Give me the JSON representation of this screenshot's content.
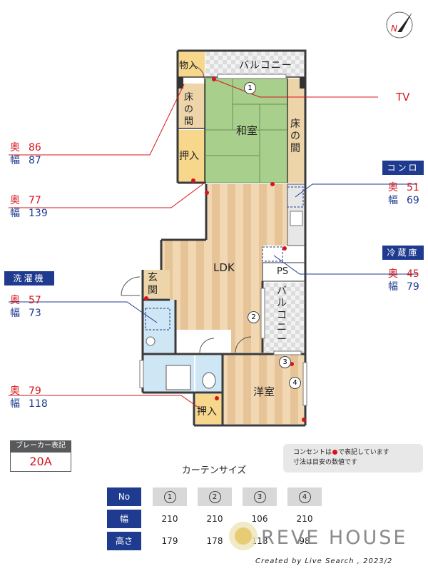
{
  "compass": {
    "letter": "N"
  },
  "rooms": {
    "storage": "物入",
    "balcony_top": "バルコニー",
    "tokonoma_left": "床の間",
    "closet_left": "押入",
    "washitsu": "和室",
    "tokonoma_right": "床の間",
    "ldk": "LDK",
    "entrance": "玄関",
    "ps": "PS",
    "balcony_right": "バルコニー",
    "youshitsu": "洋室",
    "closet_bottom": "押入"
  },
  "window_markers": [
    "1",
    "2",
    "3",
    "4"
  ],
  "annotations": {
    "tv": "TV",
    "depth_label": "奥",
    "width_label": "幅",
    "left_a": {
      "depth": "86",
      "width": "87"
    },
    "left_b": {
      "depth": "77",
      "width": "139"
    },
    "washer": {
      "title": "洗濯機",
      "depth": "57",
      "width": "73"
    },
    "left_c": {
      "depth": "79",
      "width": "118"
    },
    "stove": {
      "title": "コンロ",
      "depth": "51",
      "width": "69"
    },
    "fridge": {
      "title": "冷蔵庫",
      "depth": "45",
      "width": "79"
    }
  },
  "breaker": {
    "label": "ブレーカー表記",
    "value": "20A"
  },
  "note": {
    "line1_pre": "コンセントは",
    "line1_post": "で表記しています",
    "line2": "寸法は目安の数値です"
  },
  "curtain": {
    "title": "カーテンサイズ",
    "header_no": "No",
    "header_width": "幅",
    "header_height": "高さ",
    "numbers": [
      "1",
      "2",
      "3",
      "4"
    ],
    "widths": [
      "210",
      "210",
      "106",
      "210"
    ],
    "heights": [
      "179",
      "178",
      "118",
      "98"
    ]
  },
  "brand": {
    "name": "REVE HOUSE",
    "credit": "Created by Live Search , 2023/2"
  },
  "colors": {
    "red": "#d8141a",
    "blue": "#1f3b8f",
    "tatami": "#a9cf8c",
    "wood": "#ecd0a8",
    "closet": "#f6d78c",
    "wet": "#cfe6f4"
  }
}
